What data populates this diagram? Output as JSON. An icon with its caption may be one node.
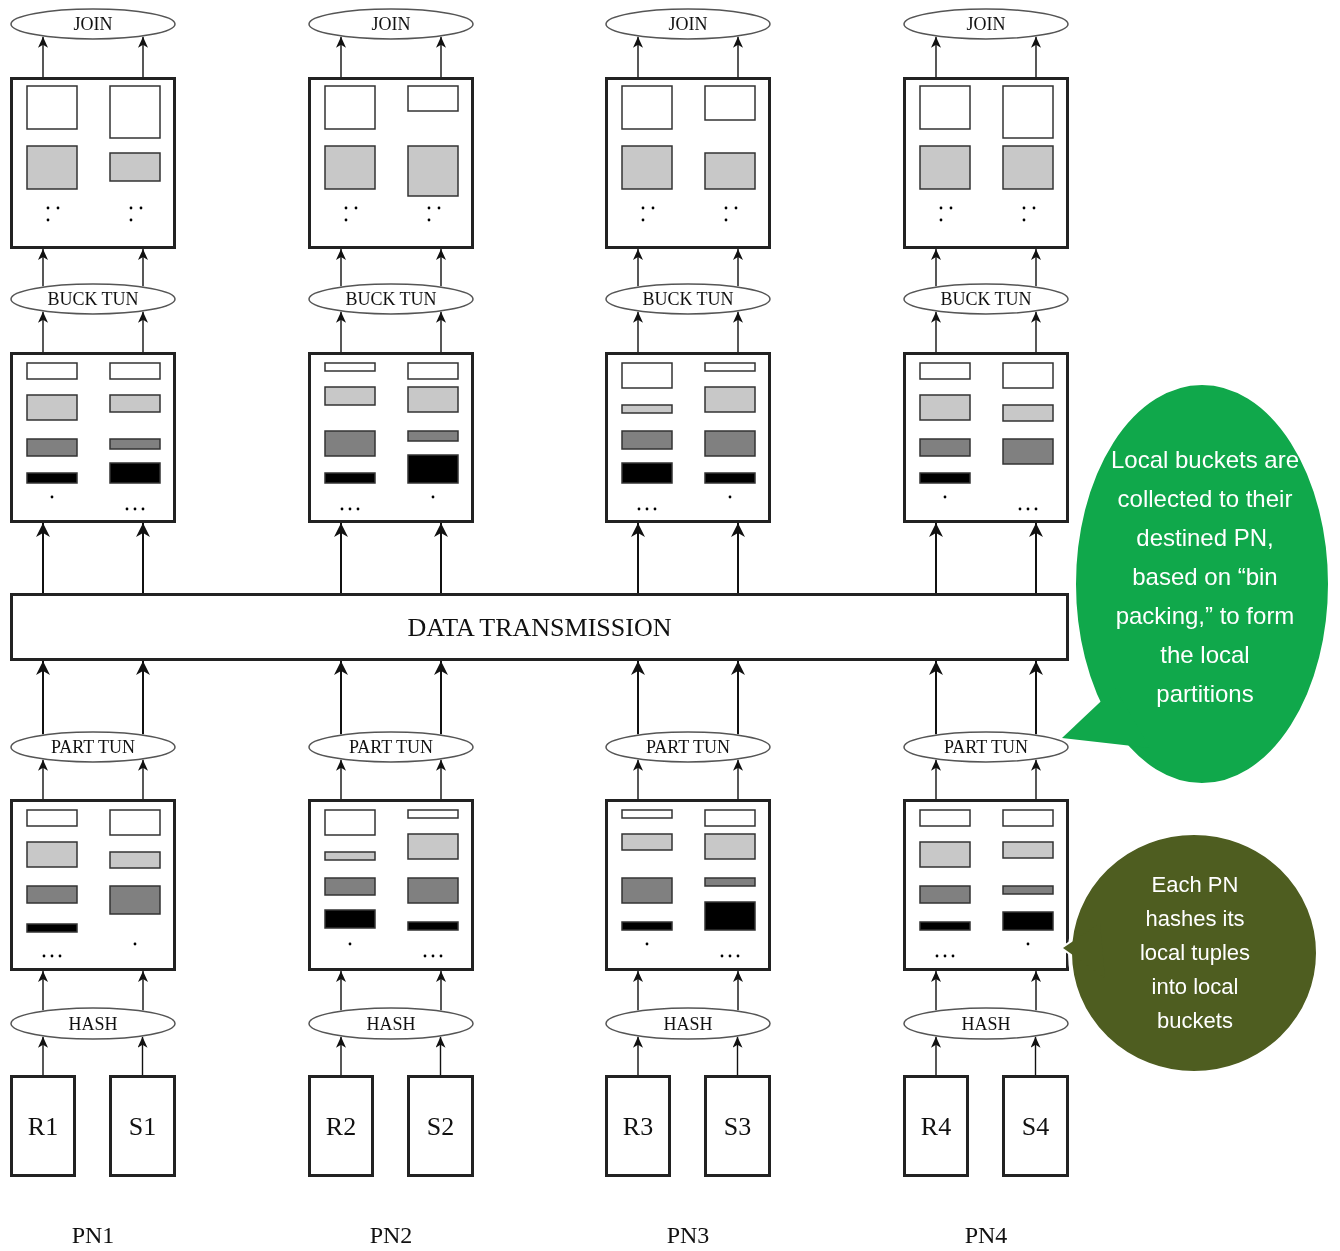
{
  "diagram": {
    "nodes": [
      {
        "text": [
          "JOIN"
        ]
      },
      {
        "text": [
          "JOIN"
        ]
      },
      {
        "text": [
          "JOIN"
        ]
      },
      {
        "text": [
          "JOIN"
        ]
      },
      {
        "text": [],
        "shape": "box"
      },
      {
        "text": [],
        "shape": "box"
      },
      {
        "text": [],
        "shape": "box"
      },
      {
        "text": [],
        "shape": "box"
      },
      {
        "text": [
          "BUCK TUN"
        ]
      },
      {
        "text": [
          "BUCK TUN"
        ]
      },
      {
        "text": [
          "BUCK TUN"
        ]
      },
      {
        "text": [
          "BUCK TUN"
        ]
      },
      {
        "text": [],
        "shape": "box"
      },
      {
        "text": [],
        "shape": "box"
      },
      {
        "text": [],
        "shape": "box"
      },
      {
        "text": [],
        "shape": "box"
      },
      {
        "text": [
          "DATA TRANSMISSION"
        ]
      },
      {
        "text": [
          "PART TUN"
        ]
      },
      {
        "text": [
          "PART TUN"
        ]
      },
      {
        "text": [
          "PART TUN"
        ]
      },
      {
        "text": [
          "PART TUN"
        ]
      },
      {
        "text": [],
        "shape": "box"
      },
      {
        "text": [],
        "shape": "box"
      },
      {
        "text": [],
        "shape": "box"
      },
      {
        "text": [],
        "shape": "box"
      },
      {
        "text": [
          "HASH"
        ]
      },
      {
        "text": [
          "HASH"
        ]
      },
      {
        "text": [
          "HASH"
        ]
      },
      {
        "text": [
          "HASH"
        ]
      },
      {
        "text": [
          "R1"
        ]
      },
      {
        "text": [
          "S1"
        ]
      },
      {
        "text": [
          "R2"
        ]
      },
      {
        "text": [
          "S2"
        ]
      },
      {
        "text": [
          "R3"
        ]
      },
      {
        "text": [
          "S3"
        ]
      },
      {
        "text": [
          "R4"
        ]
      },
      {
        "text": [
          "S4"
        ]
      },
      {
        "text": [
          "Local buckets are collected to their destined PN, based on “bin packing,” to form the local partitions"
        ]
      },
      {
        "text": [
          "Each PN hashes its local tuples into local buckets"
        ]
      }
    ],
    "edges": [
      {
        "from": 29,
        "to": 25,
        "arrow": "to"
      },
      {
        "from": 30,
        "to": 25,
        "arrow": "to"
      },
      {
        "from": 25,
        "to": 21,
        "arrow": "to"
      },
      {
        "from": 25,
        "to": 21,
        "arrow": "to"
      },
      {
        "from": 21,
        "to": 17,
        "arrow": "to"
      },
      {
        "from": 21,
        "to": 17,
        "arrow": "to"
      },
      {
        "from": 17,
        "to": 16,
        "arrow": "to"
      },
      {
        "from": 17,
        "to": 16,
        "arrow": "to"
      },
      {
        "from": 16,
        "to": 12,
        "arrow": "to"
      },
      {
        "from": 16,
        "to": 12,
        "arrow": "to"
      },
      {
        "from": 12,
        "to": 8,
        "arrow": "to"
      },
      {
        "from": 12,
        "to": 8,
        "arrow": "to"
      },
      {
        "from": 8,
        "to": 4,
        "arrow": "to"
      },
      {
        "from": 8,
        "to": 4,
        "arrow": "to"
      },
      {
        "from": 4,
        "to": 0,
        "arrow": "to"
      },
      {
        "from": 4,
        "to": 0,
        "arrow": "to"
      },
      {
        "from": 31,
        "to": 26,
        "arrow": "to"
      },
      {
        "from": 32,
        "to": 26,
        "arrow": "to"
      },
      {
        "from": 26,
        "to": 22,
        "arrow": "to"
      },
      {
        "from": 26,
        "to": 22,
        "arrow": "to"
      },
      {
        "from": 22,
        "to": 18,
        "arrow": "to"
      },
      {
        "from": 22,
        "to": 18,
        "arrow": "to"
      },
      {
        "from": 18,
        "to": 16,
        "arrow": "to"
      },
      {
        "from": 18,
        "to": 16,
        "arrow": "to"
      },
      {
        "from": 16,
        "to": 13,
        "arrow": "to"
      },
      {
        "from": 16,
        "to": 13,
        "arrow": "to"
      },
      {
        "from": 13,
        "to": 9,
        "arrow": "to"
      },
      {
        "from": 13,
        "to": 9,
        "arrow": "to"
      },
      {
        "from": 9,
        "to": 5,
        "arrow": "to"
      },
      {
        "from": 9,
        "to": 5,
        "arrow": "to"
      },
      {
        "from": 5,
        "to": 1,
        "arrow": "to"
      },
      {
        "from": 5,
        "to": 1,
        "arrow": "to"
      },
      {
        "from": 33,
        "to": 27,
        "arrow": "to"
      },
      {
        "from": 34,
        "to": 27,
        "arrow": "to"
      },
      {
        "from": 27,
        "to": 23,
        "arrow": "to"
      },
      {
        "from": 27,
        "to": 23,
        "arrow": "to"
      },
      {
        "from": 23,
        "to": 19,
        "arrow": "to"
      },
      {
        "from": 23,
        "to": 19,
        "arrow": "to"
      },
      {
        "from": 19,
        "to": 16,
        "arrow": "to"
      },
      {
        "from": 19,
        "to": 16,
        "arrow": "to"
      },
      {
        "from": 16,
        "to": 14,
        "arrow": "to"
      },
      {
        "from": 16,
        "to": 14,
        "arrow": "to"
      },
      {
        "from": 14,
        "to": 10,
        "arrow": "to"
      },
      {
        "from": 14,
        "to": 10,
        "arrow": "to"
      },
      {
        "from": 10,
        "to": 6,
        "arrow": "to"
      },
      {
        "from": 10,
        "to": 6,
        "arrow": "to"
      },
      {
        "from": 6,
        "to": 2,
        "arrow": "to"
      },
      {
        "from": 6,
        "to": 2,
        "arrow": "to"
      },
      {
        "from": 35,
        "to": 28,
        "arrow": "to"
      },
      {
        "from": 36,
        "to": 28,
        "arrow": "to"
      },
      {
        "from": 28,
        "to": 24,
        "arrow": "to"
      },
      {
        "from": 28,
        "to": 24,
        "arrow": "to"
      },
      {
        "from": 24,
        "to": 20,
        "arrow": "to"
      },
      {
        "from": 24,
        "to": 20,
        "arrow": "to"
      },
      {
        "from": 20,
        "to": 16,
        "arrow": "to"
      },
      {
        "from": 20,
        "to": 16,
        "arrow": "to"
      },
      {
        "from": 16,
        "to": 15,
        "arrow": "to"
      },
      {
        "from": 16,
        "to": 15,
        "arrow": "to"
      },
      {
        "from": 15,
        "to": 11,
        "arrow": "to"
      },
      {
        "from": 15,
        "to": 11,
        "arrow": "to"
      },
      {
        "from": 11,
        "to": 7,
        "arrow": "to"
      },
      {
        "from": 11,
        "to": 7,
        "arrow": "to"
      },
      {
        "from": 7,
        "to": 3,
        "arrow": "to"
      },
      {
        "from": 7,
        "to": 3,
        "arrow": "to"
      }
    ],
    "labels": [
      "PN1",
      "PN2",
      "PN3",
      "PN4"
    ]
  }
}
